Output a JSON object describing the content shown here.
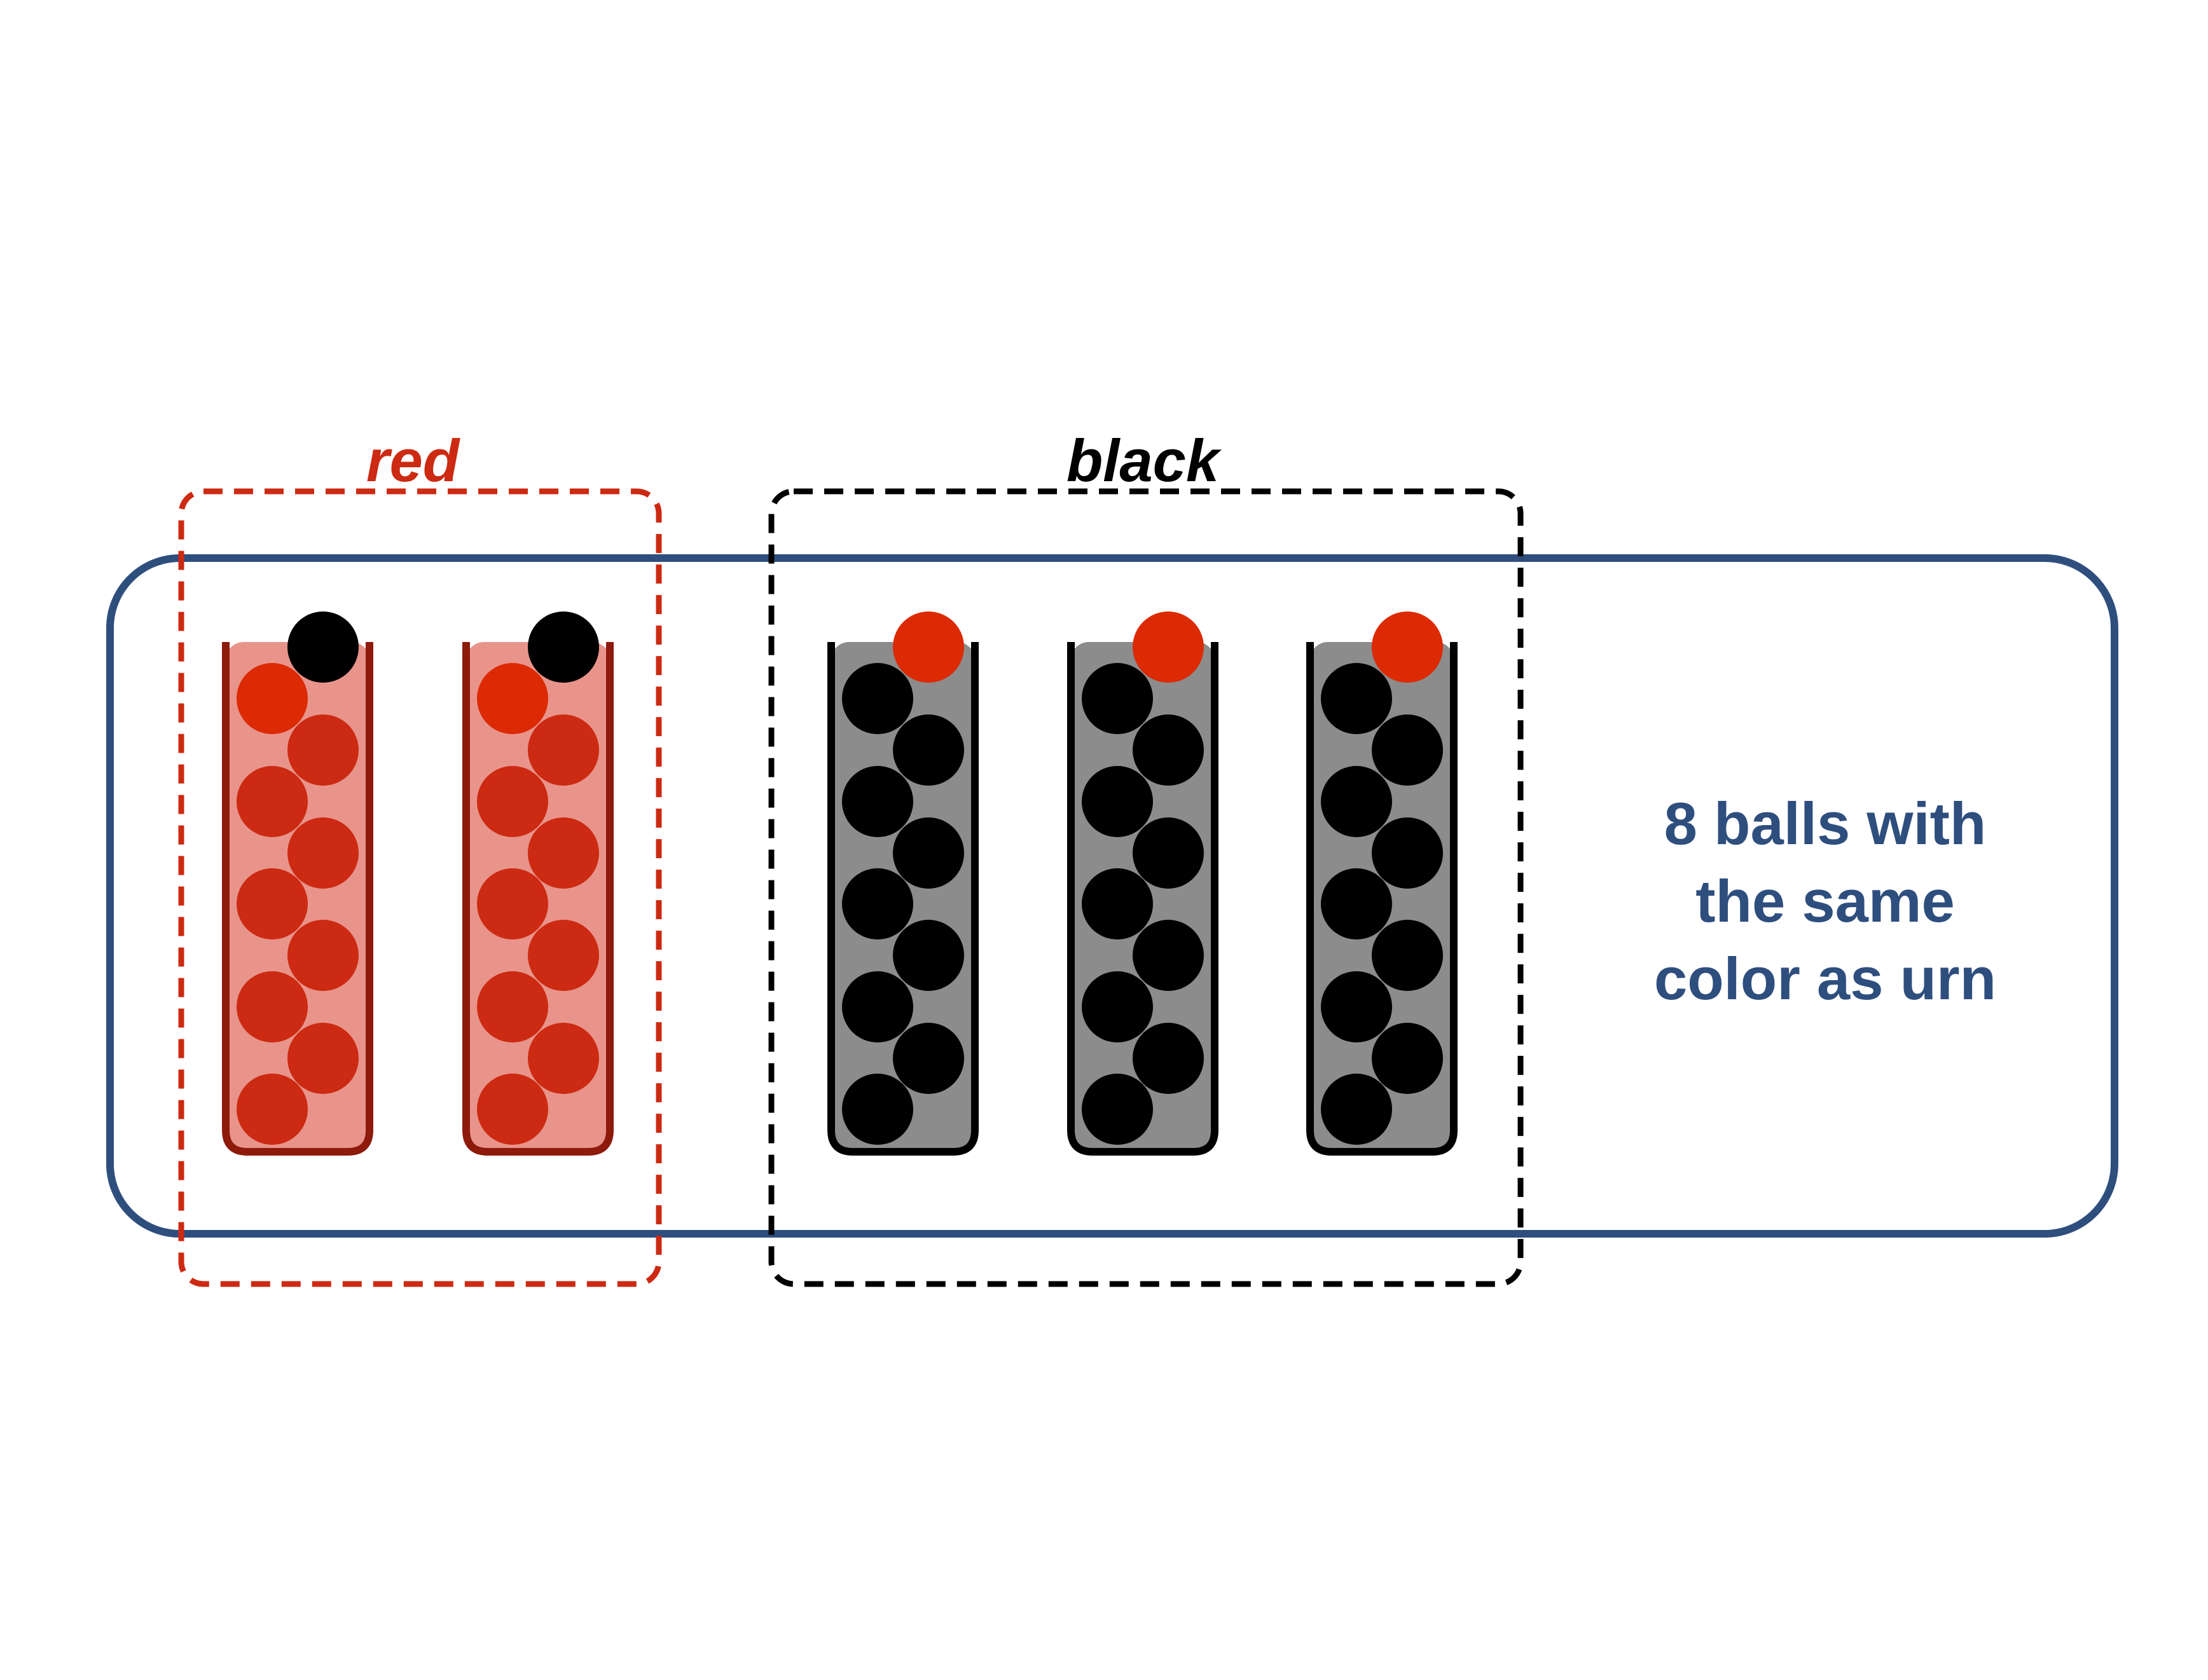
{
  "labels": {
    "red_group": "red",
    "black_group": "black"
  },
  "caption": {
    "line1": "8 balls with",
    "line2": "the same",
    "line3": "color as urn"
  },
  "colors": {
    "blue_frame": "#2e4e7e",
    "red_dashed_frame": "#cc2a12",
    "black_dashed_frame": "#000000",
    "red_urn_fill": "#e8948b",
    "red_urn_wall": "#8e1a0c",
    "black_urn_fill": "#8c8c8c",
    "black_urn_wall": "#000000",
    "red_ball": "#cc2a12",
    "red_ball_bright": "#dc2a05",
    "black_ball": "#000000"
  },
  "urns": [
    {
      "color": "red",
      "top_balls": [
        "black",
        "black",
        "red"
      ],
      "balls": [
        "red",
        "red",
        "red",
        "red",
        "red",
        "red",
        "red",
        "red"
      ]
    },
    {
      "color": "red",
      "top_balls": [
        "black",
        "black",
        "red"
      ],
      "balls": [
        "red",
        "red",
        "red",
        "red",
        "red",
        "red",
        "red",
        "red"
      ]
    },
    {
      "color": "black",
      "top_balls": [
        "red",
        "red"
      ],
      "balls": [
        "black",
        "black",
        "black",
        "black",
        "black",
        "black",
        "black",
        "black",
        "black"
      ]
    },
    {
      "color": "black",
      "top_balls": [
        "red",
        "red"
      ],
      "balls": [
        "black",
        "black",
        "black",
        "black",
        "black",
        "black",
        "black",
        "black",
        "black"
      ]
    },
    {
      "color": "black",
      "top_balls": [
        "red",
        "red"
      ],
      "balls": [
        "black",
        "black",
        "black",
        "black",
        "black",
        "black",
        "black",
        "black",
        "black"
      ]
    }
  ]
}
